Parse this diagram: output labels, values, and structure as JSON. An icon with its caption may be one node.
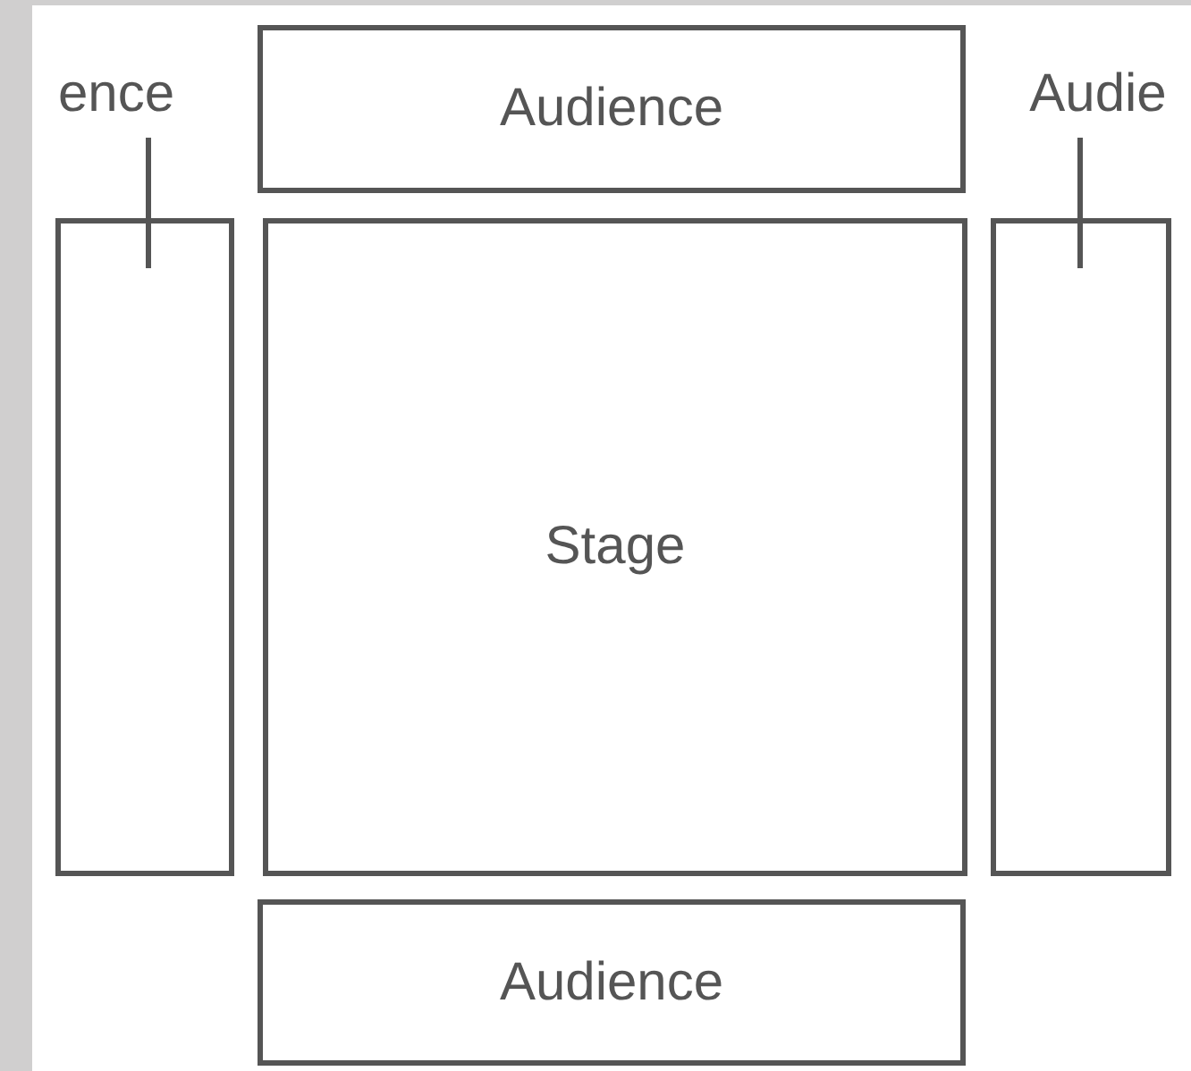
{
  "diagram": {
    "nodes": [
      {
        "text": [
          "ence"
        ]
      },
      {
        "text": [
          "Audience"
        ]
      },
      {
        "text": [
          "Audie"
        ]
      },
      {
        "text": [],
        "shape": "box"
      },
      {
        "text": [
          "Stage"
        ]
      },
      {
        "text": [],
        "shape": "box"
      },
      {
        "text": [
          "Audience"
        ]
      }
    ],
    "edges": [
      {
        "from": 0,
        "to": 3,
        "arrow": "none"
      },
      {
        "from": 2,
        "to": 5,
        "arrow": "none"
      }
    ]
  }
}
